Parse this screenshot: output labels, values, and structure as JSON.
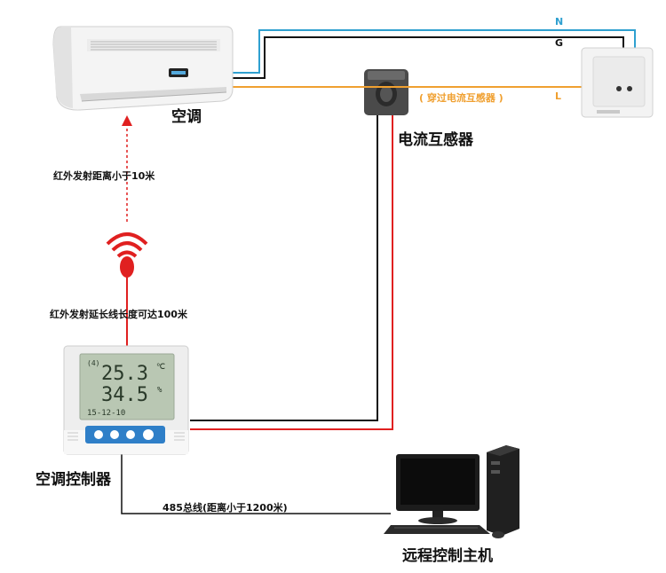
{
  "labels": {
    "air_conditioner": "空调",
    "current_transformer": "电流互感器",
    "ct_note": "( 穿过电流互感器 )",
    "ir_distance": "红外发射距离小于10米",
    "ir_extension": "红外发射延长线长度可达100米",
    "controller": "空调控制器",
    "bus_note": "485总线(距离小于1200米)",
    "host": "远程控制主机",
    "wire_n": "N",
    "wire_g": "G",
    "wire_l": "L"
  },
  "lcd": {
    "channel": "(4)",
    "temperature": "25.3",
    "temp_unit": "℃",
    "humidity": "34.5",
    "hum_unit": "%",
    "date": "15-12-10"
  },
  "colors": {
    "wire_n": "#2fa0d0",
    "wire_l": "#f0a030",
    "wire_g": "#111111",
    "signal": "#e02020"
  }
}
